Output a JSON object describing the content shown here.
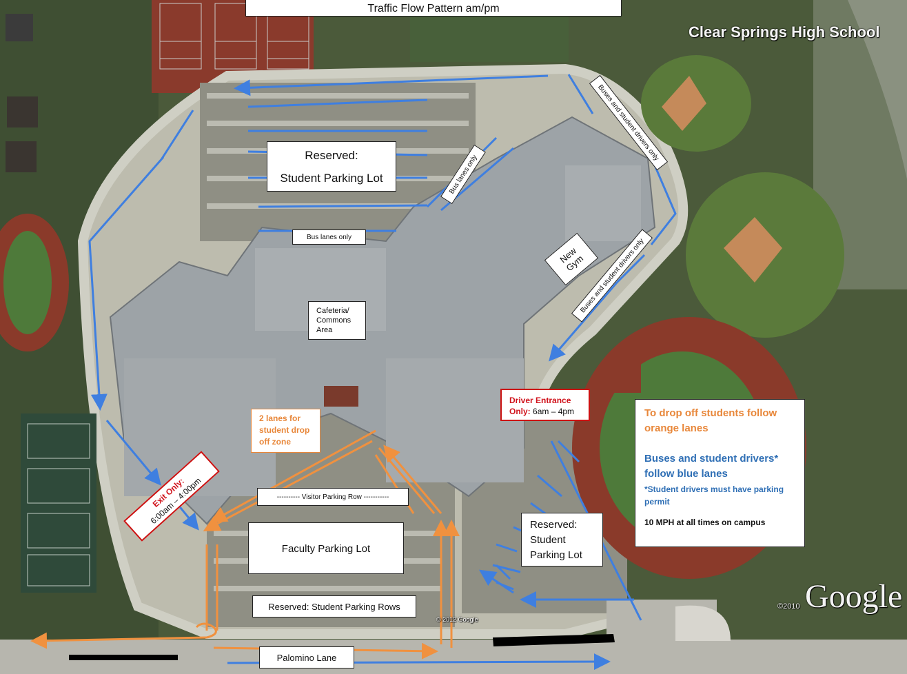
{
  "title": "Traffic Flow Pattern am/pm",
  "school_name": "Clear Springs High School",
  "labels": {
    "student_lot_top_line1": "Reserved:",
    "student_lot_top_line2": "Student Parking Lot",
    "bus_lanes_1": "Bus lanes only",
    "bus_lanes_2": "Bus lanes only",
    "buses_drivers_1": "Buses and student drivers only",
    "buses_drivers_2": "Buses and student drivers only",
    "new_gym_line1": "New",
    "new_gym_line2": "Gym",
    "cafeteria_line1": "Cafeteria/",
    "cafeteria_line2": "Commons",
    "cafeteria_line3": "Area",
    "driver_entrance_line1": "Driver Entrance",
    "driver_entrance_line2_bold": "Only:",
    "driver_entrance_line2_rest": "6am – 4pm",
    "drop_off_line1": "2 lanes for",
    "drop_off_line2": "student drop",
    "drop_off_line3": "off zone",
    "exit_only_bold": "Exit Only:",
    "exit_only_rest": "6:00am – 4:00pm",
    "visitor_row": "---------- Visitor Parking Row -----------",
    "faculty_lot": "Faculty Parking Lot",
    "student_lot_bottom_line1": "Reserved:",
    "student_lot_bottom_line2": "Student",
    "student_lot_bottom_line3": "Parking Lot",
    "reserved_rows": "Reserved: Student Parking Rows",
    "palomino_lane": "Palomino Lane"
  },
  "legend": {
    "orange_instruction": "To drop off students follow orange lanes",
    "blue_instruction": "Buses and student drivers* follow blue lanes",
    "permit_note": "*Student drivers must have parking permit",
    "speed_note": "10 MPH at all times on campus"
  },
  "watermarks": {
    "copyright_2012": "© 2012 Google",
    "copyright_2010": "©2010",
    "google_logo": "Google"
  },
  "colors": {
    "orange_lane": "#f0913f",
    "blue_lane": "#3f7fe0",
    "driver_entrance_border": "#cc1111",
    "exit_border": "#cc1111"
  }
}
